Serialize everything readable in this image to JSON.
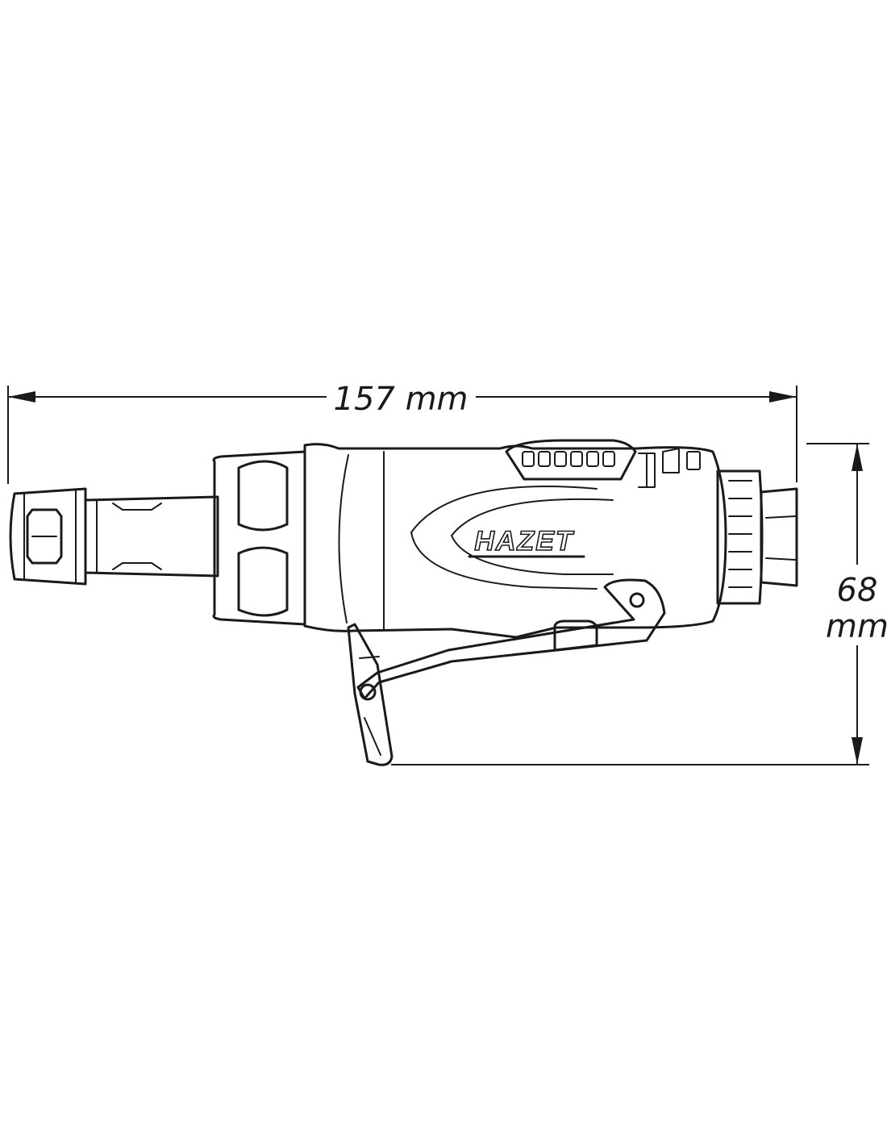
{
  "dimensions": {
    "length_label": "157 mm",
    "height_value": "68",
    "height_unit": "mm"
  },
  "product": {
    "brand_logo_text": "HAZET"
  },
  "colors": {
    "ink": "#1a1a1a",
    "background": "#ffffff"
  }
}
